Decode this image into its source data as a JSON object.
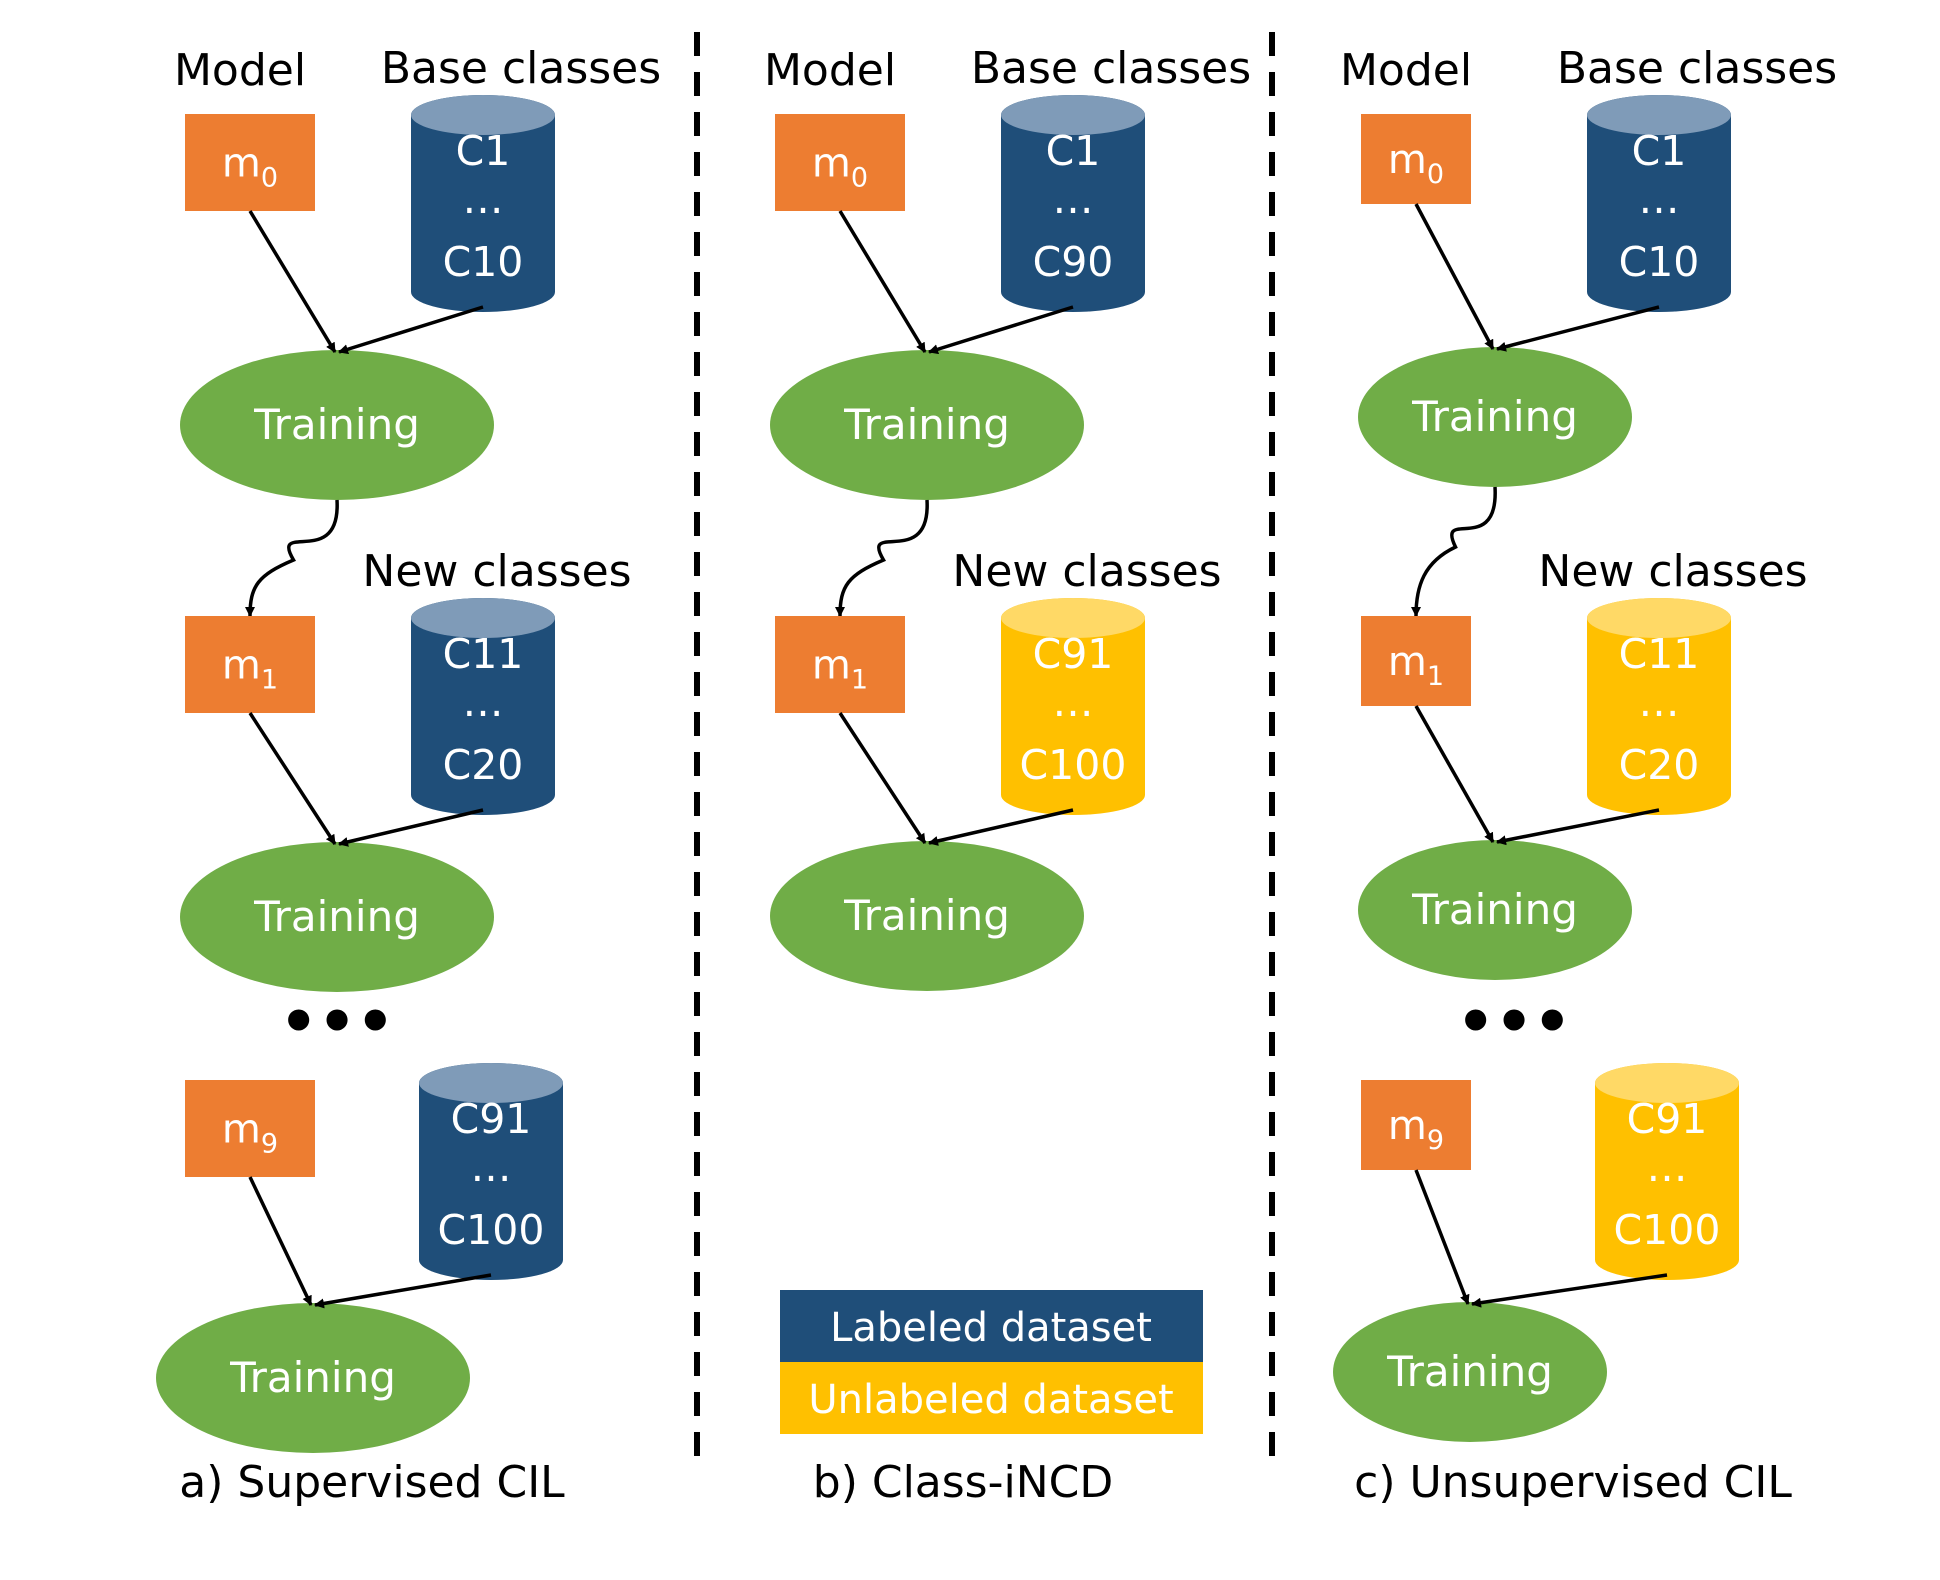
{
  "colors": {
    "model": "#ED7D31",
    "labeled": "#1F4E79",
    "labeled_top": "#7F9BB8",
    "unlabeled": "#FFC000",
    "unlabeled_top": "#FFD966",
    "training": "#70AD47",
    "arrow": "#000000"
  },
  "labels": {
    "model": "Model",
    "base_classes": "Base classes",
    "new_classes": "New classes",
    "training": "Training",
    "model_prefix": "m",
    "dots": "…",
    "ellipsis": "•••"
  },
  "legend": {
    "labeled": "Labeled dataset",
    "unlabeled": "Unlabeled dataset"
  },
  "panels": [
    {
      "caption": "a) Supervised CIL",
      "stages": [
        {
          "model": "0",
          "top": "C1",
          "bottom": "C10",
          "labeled": true
        },
        {
          "model": "1",
          "top": "C11",
          "bottom": "C20",
          "labeled": true
        },
        {
          "model": "9",
          "top": "C91",
          "bottom": "C100",
          "labeled": true
        }
      ]
    },
    {
      "caption": "b) Class-iNCD",
      "stages": [
        {
          "model": "0",
          "top": "C1",
          "bottom": "C90",
          "labeled": true
        },
        {
          "model": "1",
          "top": "C91",
          "bottom": "C100",
          "labeled": false
        }
      ]
    },
    {
      "caption": "c) Unsupervised CIL",
      "stages": [
        {
          "model": "0",
          "top": "C1",
          "bottom": "C10",
          "labeled": true
        },
        {
          "model": "1",
          "top": "C11",
          "bottom": "C20",
          "labeled": false
        },
        {
          "model": "9",
          "top": "C91",
          "bottom": "C100",
          "labeled": false
        }
      ]
    }
  ]
}
